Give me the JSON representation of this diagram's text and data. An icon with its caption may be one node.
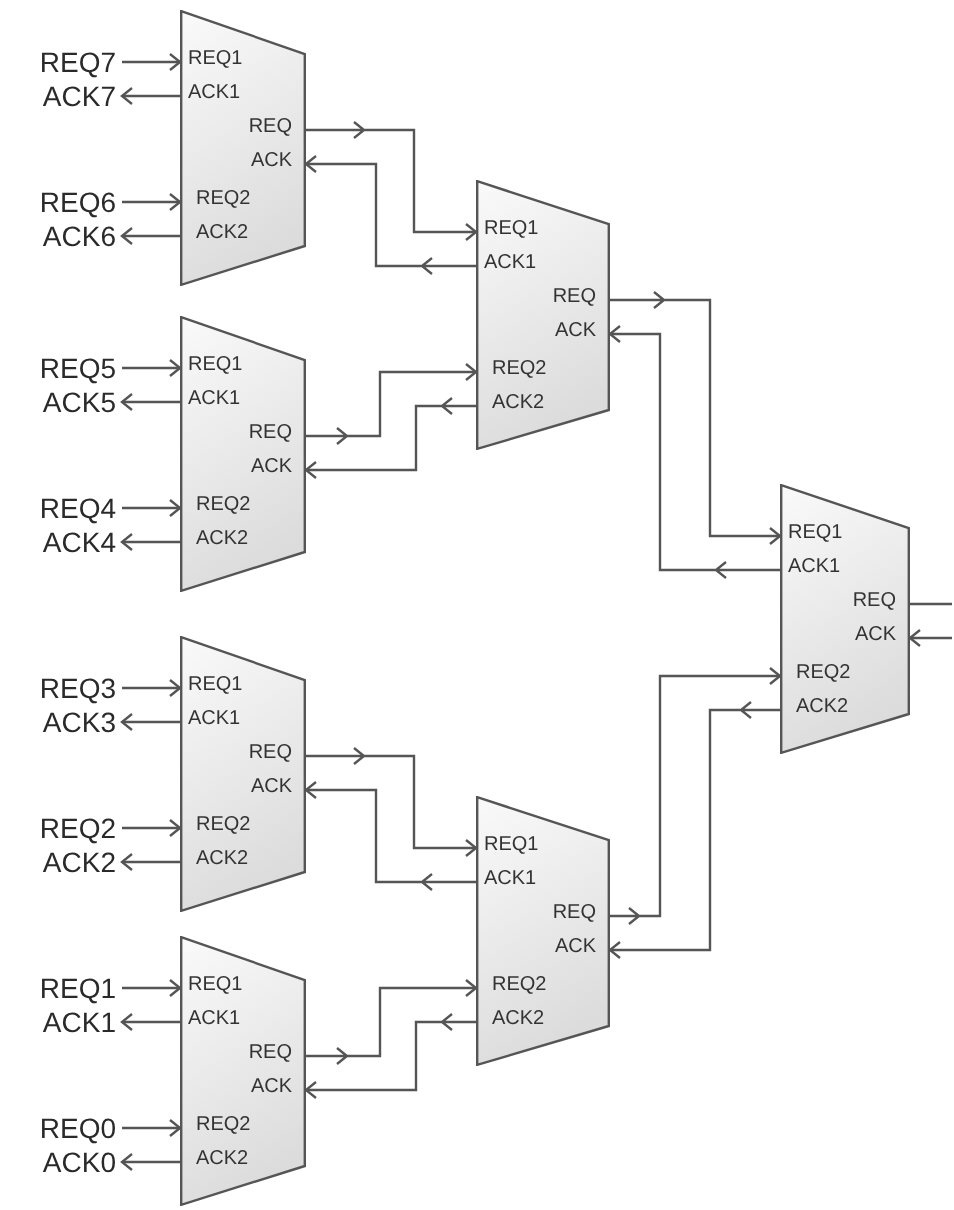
{
  "diagram": {
    "nodes": [
      {
        "text": [
          "REQ7"
        ]
      },
      {
        "text": [
          "ACK7"
        ]
      },
      {
        "text": [
          "REQ6"
        ]
      },
      {
        "text": [
          "ACK6"
        ]
      },
      {
        "text": [
          "REQ5"
        ]
      },
      {
        "text": [
          "ACK5"
        ]
      },
      {
        "text": [
          "REQ4"
        ]
      },
      {
        "text": [
          "ACK4"
        ]
      },
      {
        "text": [
          "REQ3"
        ]
      },
      {
        "text": [
          "ACK3"
        ]
      },
      {
        "text": [
          "REQ2"
        ]
      },
      {
        "text": [
          "ACK2"
        ]
      },
      {
        "text": [
          "REQ1"
        ]
      },
      {
        "text": [
          "ACK1"
        ]
      },
      {
        "text": [
          "REQ0"
        ]
      },
      {
        "text": [
          "ACK0"
        ]
      },
      {
        "text": [
          "REQ1",
          "ACK1",
          "REQ",
          "ACK",
          "REQ2",
          "ACK2"
        ]
      },
      {
        "text": [
          "REQ1",
          "ACK1",
          "REQ",
          "ACK",
          "REQ2",
          "ACK2"
        ]
      },
      {
        "text": [
          "REQ1",
          "ACK1",
          "REQ",
          "ACK",
          "REQ2",
          "ACK2"
        ]
      },
      {
        "text": [
          "REQ1",
          "ACK1",
          "REQ",
          "ACK",
          "REQ2",
          "ACK2"
        ]
      },
      {
        "text": [
          "REQ1",
          "ACK1",
          "REQ",
          "ACK",
          "REQ2",
          "ACK2"
        ]
      },
      {
        "text": [
          "REQ1",
          "ACK1",
          "REQ",
          "ACK",
          "REQ2",
          "ACK2"
        ]
      },
      {
        "text": [
          "REQ1",
          "ACK1",
          "REQ",
          "ACK",
          "REQ2",
          "ACK2"
        ]
      }
    ],
    "edges": [
      {
        "from": 0,
        "to": 16,
        "arrow": "to"
      },
      {
        "from": 16,
        "to": 1,
        "arrow": "to"
      },
      {
        "from": 2,
        "to": 16,
        "arrow": "to"
      },
      {
        "from": 16,
        "to": 3,
        "arrow": "to"
      },
      {
        "from": 4,
        "to": 17,
        "arrow": "to"
      },
      {
        "from": 17,
        "to": 5,
        "arrow": "to"
      },
      {
        "from": 6,
        "to": 17,
        "arrow": "to"
      },
      {
        "from": 17,
        "to": 7,
        "arrow": "to"
      },
      {
        "from": 8,
        "to": 18,
        "arrow": "to"
      },
      {
        "from": 18,
        "to": 9,
        "arrow": "to"
      },
      {
        "from": 10,
        "to": 18,
        "arrow": "to"
      },
      {
        "from": 18,
        "to": 11,
        "arrow": "to"
      },
      {
        "from": 12,
        "to": 19,
        "arrow": "to"
      },
      {
        "from": 19,
        "to": 13,
        "arrow": "to"
      },
      {
        "from": 14,
        "to": 19,
        "arrow": "to"
      },
      {
        "from": 19,
        "to": 15,
        "arrow": "to"
      },
      {
        "from": 16,
        "to": 20,
        "arrow": "to"
      },
      {
        "from": 20,
        "to": 16,
        "arrow": "to"
      },
      {
        "from": 17,
        "to": 20,
        "arrow": "to"
      },
      {
        "from": 20,
        "to": 17,
        "arrow": "to"
      },
      {
        "from": 18,
        "to": 21,
        "arrow": "to"
      },
      {
        "from": 21,
        "to": 18,
        "arrow": "to"
      },
      {
        "from": 19,
        "to": 21,
        "arrow": "to"
      },
      {
        "from": 21,
        "to": 19,
        "arrow": "to"
      },
      {
        "from": 20,
        "to": 22,
        "arrow": "to"
      },
      {
        "from": 22,
        "to": 20,
        "arrow": "to"
      },
      {
        "from": 21,
        "to": 22,
        "arrow": "to"
      },
      {
        "from": 22,
        "to": 21,
        "arrow": "to"
      },
      {
        "from": 22,
        "to": null,
        "arrow": "none"
      },
      {
        "from": null,
        "to": 22,
        "arrow": "to"
      }
    ]
  }
}
